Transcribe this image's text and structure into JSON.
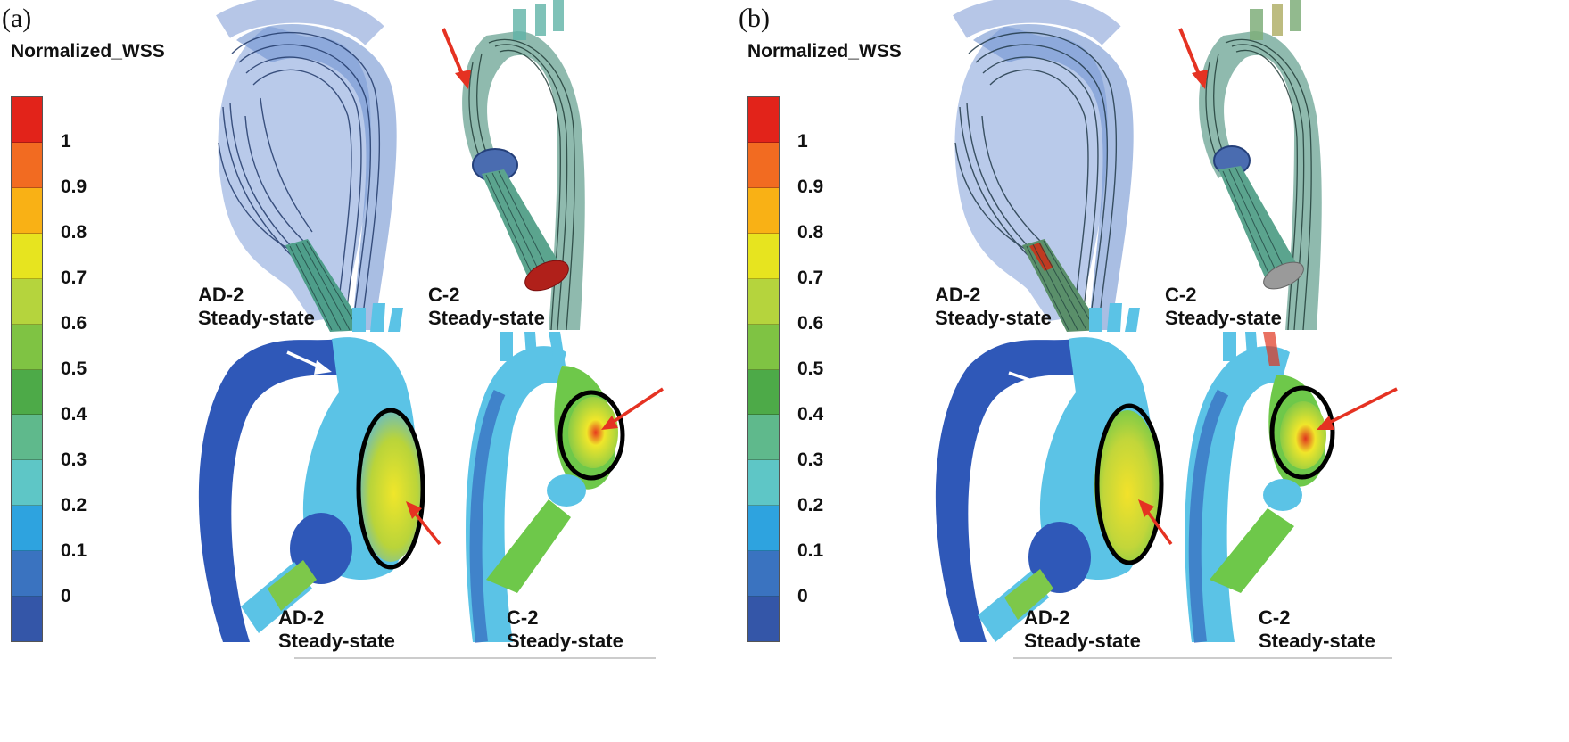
{
  "panels": [
    {
      "letter": "(a)",
      "colorbar_title": "Normalized_WSS",
      "top_left_label": [
        "AD-2",
        "Steady-state"
      ],
      "top_right_label": [
        "C-2",
        "Steady-state"
      ],
      "bottom_left_label": [
        "AD-2",
        "Steady-state"
      ],
      "bottom_right_label": [
        "C-2",
        "Steady-state"
      ]
    },
    {
      "letter": "(b)",
      "colorbar_title": "Normalized_WSS",
      "top_left_label": [
        "AD-2",
        "Steady-state"
      ],
      "top_right_label": [
        "C-2",
        "Steady-state"
      ],
      "bottom_left_label": [
        "AD-2",
        "Steady-state"
      ],
      "bottom_right_label": [
        "C-2",
        "Steady-state"
      ]
    }
  ],
  "colorbar": {
    "ticks": [
      "1",
      "0.9",
      "0.8",
      "0.7",
      "0.6",
      "0.5",
      "0.4",
      "0.3",
      "0.2",
      "0.1",
      "0"
    ],
    "colors": [
      "#e2231a",
      "#f26b21",
      "#f9b115",
      "#e7e41f",
      "#b5d43d",
      "#7fc343",
      "#4daa48",
      "#5fb98c",
      "#5ec6c6",
      "#2ea3df",
      "#3a73c0",
      "#3456a8"
    ]
  },
  "colors": {
    "vessel_blue": "#2f58b8",
    "vessel_cyan": "#5bc3e6",
    "wss_yellow": "#e6e62a",
    "wss_green": "#6ec84a",
    "arrow_red": "#e53222",
    "arrow_white": "#ffffff",
    "circle": "#000000"
  }
}
